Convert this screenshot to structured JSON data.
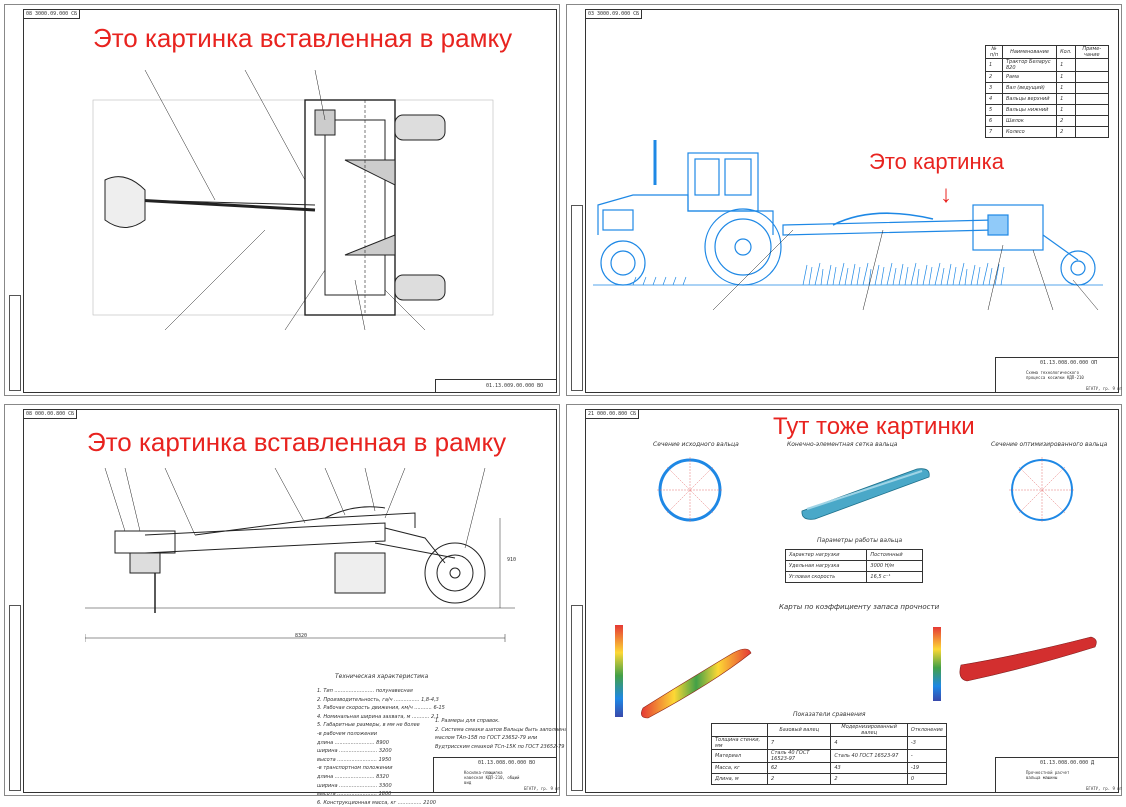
{
  "sheets": {
    "tl": {
      "stamp": "08 3000.09.000 СБ",
      "annotation": "Это картинка вставленная в рамку",
      "code": "01.13.009.00.000 ВО"
    },
    "tr": {
      "stamp": "03 3000.09.000 СБ",
      "annotation": "Это картинка",
      "arrow": "↓",
      "code": "01.13.008.00.000 ОП",
      "title": "Схема технологического процесса косилки КДП-210",
      "org": "БГАТУ, гр. 9 ит",
      "parts_header": [
        "№ п/п",
        "Наименование",
        "Кол.",
        "Приме-чание"
      ],
      "parts": [
        [
          "1",
          "Трактор Беларус 820",
          "1",
          ""
        ],
        [
          "2",
          "Рама",
          "1",
          ""
        ],
        [
          "3",
          "Вал (ведущий)",
          "1",
          ""
        ],
        [
          "4",
          "Вальцы верхний",
          "1",
          ""
        ],
        [
          "5",
          "Вальцы нижний",
          "1",
          ""
        ],
        [
          "6",
          "Шилок",
          "2",
          ""
        ],
        [
          "7",
          "Колесо",
          "2",
          ""
        ]
      ]
    },
    "bl": {
      "stamp": "08 000.00.800 СБ",
      "annotation": "Это картинка вставленная в рамку",
      "code": "01.13.008.00.000 ВО",
      "title": "Косилка-плющилка навесная КДП-210, общий вид",
      "org": "БГАТУ, гр. 9 ит",
      "dimension": "8320",
      "height_dim": "910",
      "tech_title": "Техническая характеристика",
      "tech_lines": [
        "1. Тип ......................... полунавесная",
        "2. Производительность, га/ч ................ 1,8-4,3",
        "3. Рабочая скорость движения, км/ч ........... 6-15",
        "4. Номинальная ширина захвата, м ........... 2,1",
        "5. Габаритные размеры, в мм не более",
        "   -в рабочем положении",
        "      длина ......................... 8900",
        "      ширина ........................ 3200",
        "      высота ......................... 1950",
        "   -в транспортном положении",
        "      длина ......................... 8320",
        "      ширина ........................ 3300",
        "      высота ......................... 1800",
        "6. Конструкционная масса, кг ............... 2100"
      ],
      "notes": [
        "1. Размеры для справок.",
        "2. Система смазки шатов Вальцы быть заполнена",
        "   маслом ТАп-15В по ГОСТ 23652-79 или",
        "   Вудтрисским смазкой ТСп-15К по ГОСТ 23652-79"
      ]
    },
    "br": {
      "stamp": "21 000.00.800 СБ",
      "annotation": "Тут тоже картинки",
      "code": "01.13.008.00.000 Д",
      "title": "Прочностной расчет вальца машины",
      "org": "БГАТУ, гр. 9 ит",
      "sec1": "Сечение исходного вальца",
      "sec2": "Конечно-элементная сетка вальца",
      "sec3": "Сечение оптимизированного вальца",
      "params_title": "Параметры работы вальца",
      "params": [
        [
          "Характер нагрузки",
          "Постоянный"
        ],
        [
          "Удельная нагрузка",
          "3000 Н/м"
        ],
        [
          "Угловая скорость",
          "16,5 с⁻¹"
        ]
      ],
      "maps_title": "Карты по коэффициенту запаса прочности",
      "compare_title": "Показатели сравнения",
      "compare_header": [
        "",
        "Базовый валец",
        "Модернизированный валец",
        "Отклонение"
      ],
      "compare_rows": [
        [
          "Толщина стенки, мм",
          "7",
          "4",
          "-3"
        ],
        [
          "Материал",
          "Сталь 40 ГОСТ 16523-97",
          "Сталь 40 ГОСТ 16523-97",
          "-"
        ],
        [
          "Масса, кг",
          "62",
          "43",
          "-19"
        ],
        [
          "Длина, м",
          "2",
          "2",
          "0"
        ]
      ]
    }
  }
}
